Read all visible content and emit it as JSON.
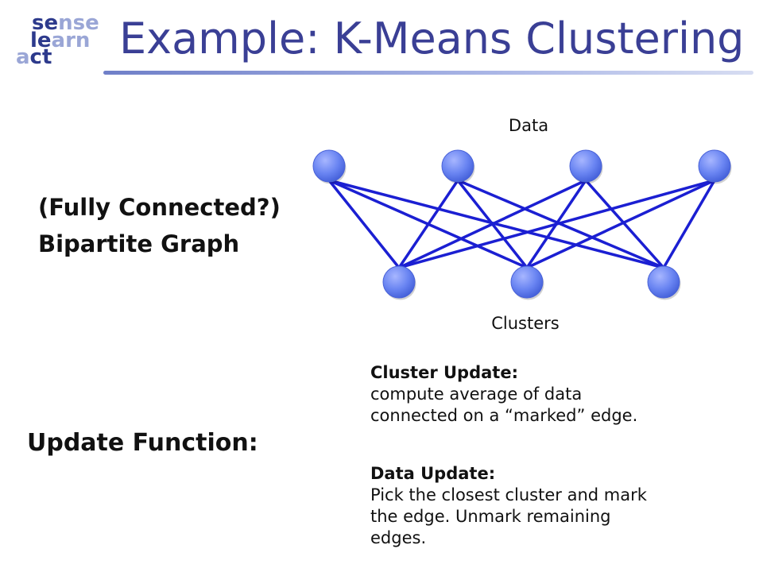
{
  "logo": {
    "line1_dark": "se",
    "line1_light": "nse",
    "line2_dark": "le",
    "line2_light": "arn",
    "line3_light": "a",
    "line3_dark": "ct"
  },
  "title": "Example: K-Means Clustering",
  "graph": {
    "top_label": "Data",
    "bottom_label": "Clusters",
    "data_node_count": 4,
    "cluster_node_count": 3,
    "node_color": "#5b78ea",
    "edge_color": "#1b1fd2"
  },
  "left_text": {
    "line1": "(Fully Connected?)",
    "line2": "Bipartite Graph"
  },
  "update_function_label": "Update Function:",
  "cluster_update": {
    "heading": "Cluster Update:",
    "line1": "compute average of data",
    "line2": "connected on a “marked” edge."
  },
  "data_update": {
    "heading": "Data Update:",
    "line1": "Pick the closest cluster and mark",
    "line2": "the edge. Unmark remaining",
    "line3": "edges."
  }
}
